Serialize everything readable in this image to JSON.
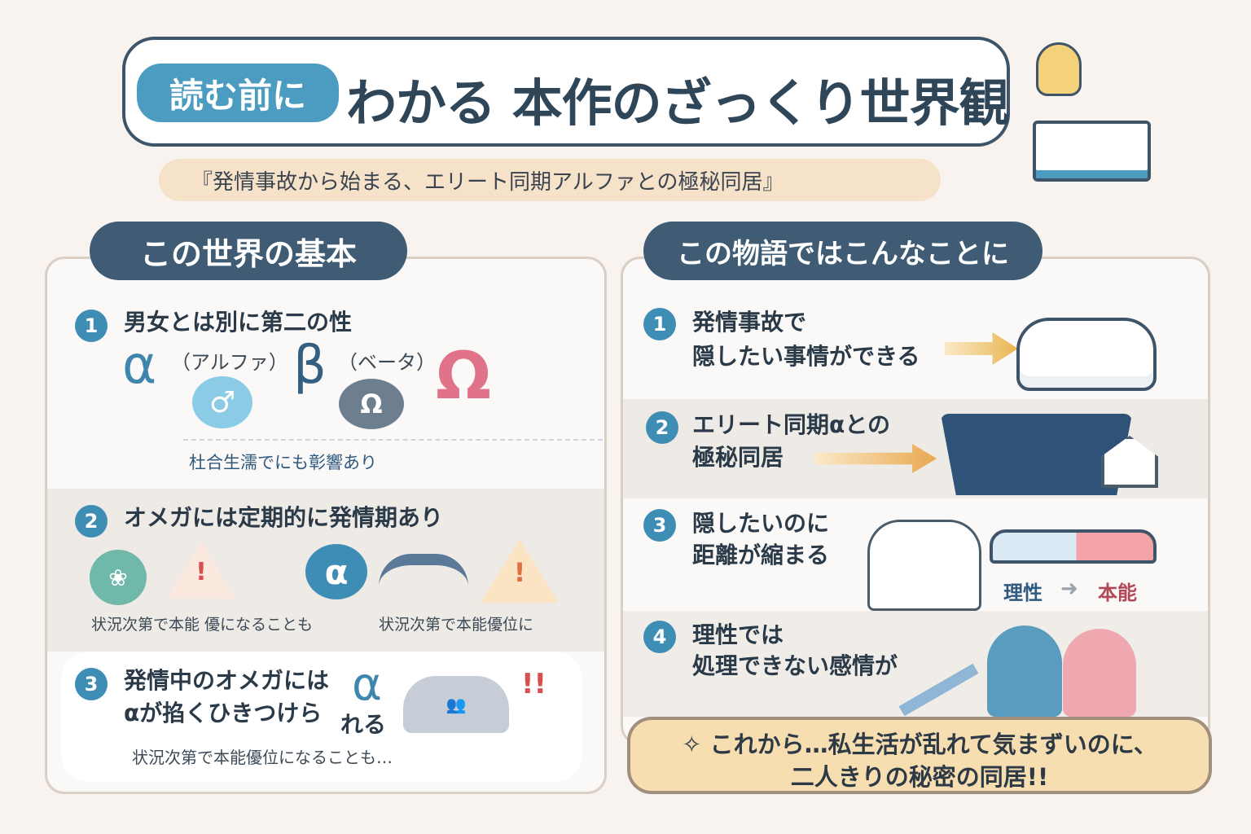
{
  "header": {
    "badge": "読む前に",
    "title": "わかる 本作のざっくり世界観",
    "subtitle": "『発情事故から始まる、エリート同期アルファとの極秘同居』"
  },
  "left": {
    "heading": "この世界の基本",
    "items": [
      {
        "num": "1",
        "title": "男女とは別に第二の性",
        "alpha": "α",
        "alpha_label": "（アルファ）",
        "beta": "β",
        "beta_label": "（ベータ）",
        "omega": "Ω",
        "caption": "杜合生濡でにも彰響あり"
      },
      {
        "num": "2",
        "title": "オメガには定期的に発情期あり",
        "caption_left": "状況次第で本能 優になることも",
        "caption_right": "状況次第で本能優位に"
      },
      {
        "num": "3",
        "title_line1": "発情中のオメガには",
        "title_line2": "αが掐くひきつけら",
        "title_tail": "れる",
        "caption": "状況次第で本能優位になることも…"
      }
    ]
  },
  "right": {
    "heading": "この物語ではこんなことに",
    "items": [
      {
        "num": "1",
        "line1": "発情事故で",
        "line2": "隠したい事情ができる"
      },
      {
        "num": "2",
        "line1": "エリート同期αとの",
        "line2": "極秘同居"
      },
      {
        "num": "3",
        "line1": "隠したいのに",
        "line2": "距離が縮まる",
        "gauge_left": "理性",
        "gauge_right": "本能"
      },
      {
        "num": "4",
        "line1": "理性では",
        "line2": "処理できない感情が"
      }
    ]
  },
  "banner": {
    "line1": "✧ これから…私生活が乱れて気まずいのに、",
    "line2": "二人きりの秘密の同居!!"
  },
  "colors": {
    "navy": "#3f5c74",
    "blue": "#4c9cc1",
    "peach": "#f6e2c9",
    "banner": "#f7deb1"
  }
}
